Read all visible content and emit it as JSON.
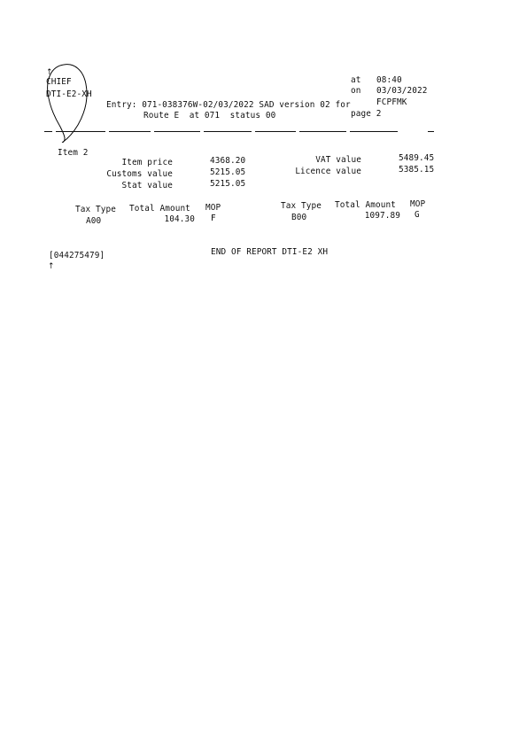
{
  "header": {
    "code_top": "CHIEF",
    "code_report": "DTI-E2-XH",
    "at_label": "at",
    "time": "08:40",
    "on_label": "on",
    "date": "03/03/2022",
    "entry_line": "Entry: 071-038376W-02/03/2022 SAD version 02 for",
    "for_value": "FCPFMK",
    "route_line": "Route E  at 071  status 00",
    "page_label": "page 2"
  },
  "item": {
    "title": "Item 2",
    "item_price_label": "Item price",
    "item_price": "4368.20",
    "customs_value_label": "Customs value",
    "customs_value": "5215.05",
    "stat_value_label": "Stat value",
    "stat_value": "5215.05",
    "vat_value_label": "VAT value",
    "vat_value": "5489.45",
    "licence_value_label": "Licence value",
    "licence_value": "5385.15"
  },
  "tax_table": {
    "col_tax_type": "Tax Type",
    "col_total_amount": "Total Amount",
    "col_mop": "MOP",
    "rows": [
      {
        "tax_type": "A00",
        "total_amount": "104.30",
        "mop": "F"
      },
      {
        "tax_type": "B00",
        "total_amount": "1097.89",
        "mop": "G"
      }
    ]
  },
  "footer": {
    "reference": "[044275479]",
    "end_text": "END OF REPORT DTI-E2 XH"
  }
}
